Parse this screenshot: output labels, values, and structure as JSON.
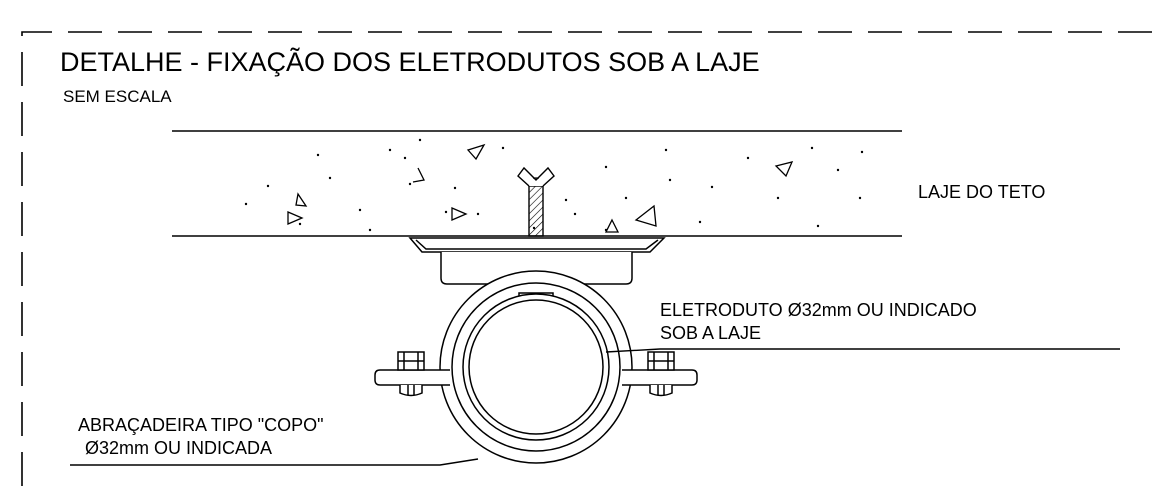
{
  "title": "DETALHE - FIXAÇÃO DOS ELETRODUTOS SOB A LAJE",
  "subtitle": "SEM ESCALA",
  "labels": {
    "slab": "LAJE DO TETO",
    "conduit_line1": "ELETRODUTO Ø32mm OU INDICADO",
    "conduit_line2": "SOB A LAJE",
    "clamp_line1": "ABRAÇADEIRA TIPO \"COPO\"",
    "clamp_line2": " Ø32mm OU INDICADA"
  },
  "colors": {
    "line": "#000000",
    "background": "#ffffff"
  }
}
